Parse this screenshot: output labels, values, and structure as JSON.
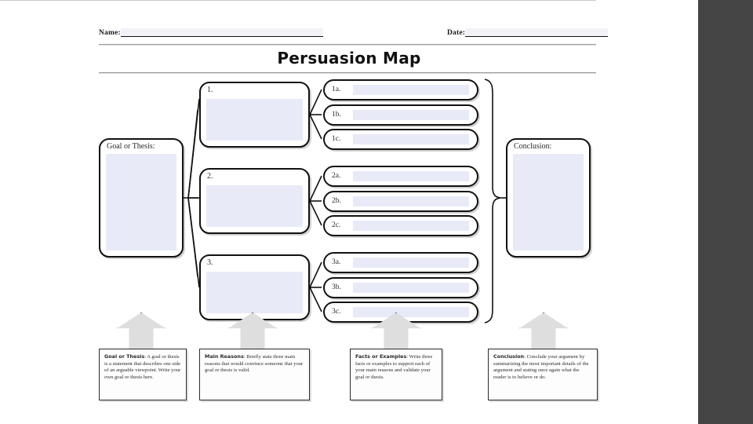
{
  "slide": {
    "title": "Persuasion Map",
    "header": {
      "name_label": "Name:",
      "date_label": "Date:",
      "name_value": "",
      "date_value": ""
    },
    "goal": {
      "caption": "Goal or Thesis:",
      "value": ""
    },
    "conclusion": {
      "caption": "Conclusion:",
      "value": ""
    },
    "reasons": [
      {
        "caption": "1.",
        "value": ""
      },
      {
        "caption": "2.",
        "value": ""
      },
      {
        "caption": "3.",
        "value": ""
      }
    ],
    "facts": [
      {
        "caption": "1a.",
        "value": ""
      },
      {
        "caption": "1b.",
        "value": ""
      },
      {
        "caption": "1c.",
        "value": ""
      },
      {
        "caption": "2a.",
        "value": ""
      },
      {
        "caption": "2b.",
        "value": ""
      },
      {
        "caption": "2c.",
        "value": ""
      },
      {
        "caption": "3a.",
        "value": ""
      },
      {
        "caption": "3b.",
        "value": ""
      },
      {
        "caption": "3c.",
        "value": ""
      }
    ],
    "legend": [
      {
        "title": "Goal or Thesis",
        "text": ": A goal or thesis is a statement that describes one side of an arguable viewpoint. Write your own goal or thesis here."
      },
      {
        "title": "Main Reasons",
        "text": ": Briefly state three main reasons that would convince someone that your goal or thesis is valid."
      },
      {
        "title": "Facts or Examples",
        "text": ": Write three facts or examples to support each of your main reasons and validate your goal or thesis."
      },
      {
        "title": "Conclusion",
        "text": ": Conclude your argument by summarizing the most important details of the argument and stating once again what the reader is to believe or do."
      }
    ],
    "colors": {
      "field_fill": "#e8eaf8",
      "arrow_fill": "#dedede",
      "outline": "#111111",
      "band": "#454545"
    }
  }
}
